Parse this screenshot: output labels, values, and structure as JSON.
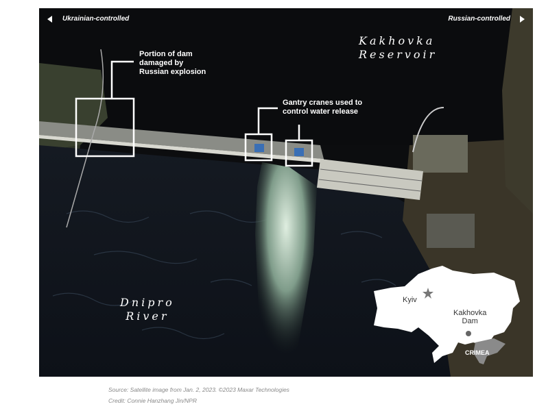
{
  "labels": {
    "left_control": "Ukrainian-controlled",
    "right_control": "Russian-controlled",
    "reservoir": [
      "Kakhovka",
      "Reservoir"
    ],
    "river": [
      "Dnipro",
      "River"
    ]
  },
  "annotations": {
    "dam_damage": [
      "Portion of dam",
      "damaged by",
      "Russian explosion"
    ],
    "cranes": [
      "Gantry cranes used to",
      "control water release"
    ]
  },
  "inset_map": {
    "capital": "Kyiv",
    "dam": [
      "Kakhovka",
      "Dam"
    ],
    "region": "CRIMEA",
    "country_color": "#ffffff",
    "crimea_color": "#8a8a8a",
    "marker_color": "#666666"
  },
  "caption": {
    "source": "Source: Satellite image from Jan. 2, 2023. ©2023 Maxar Technologies",
    "credit": "Credit: Connie Hanzhang Jin/NPR"
  }
}
